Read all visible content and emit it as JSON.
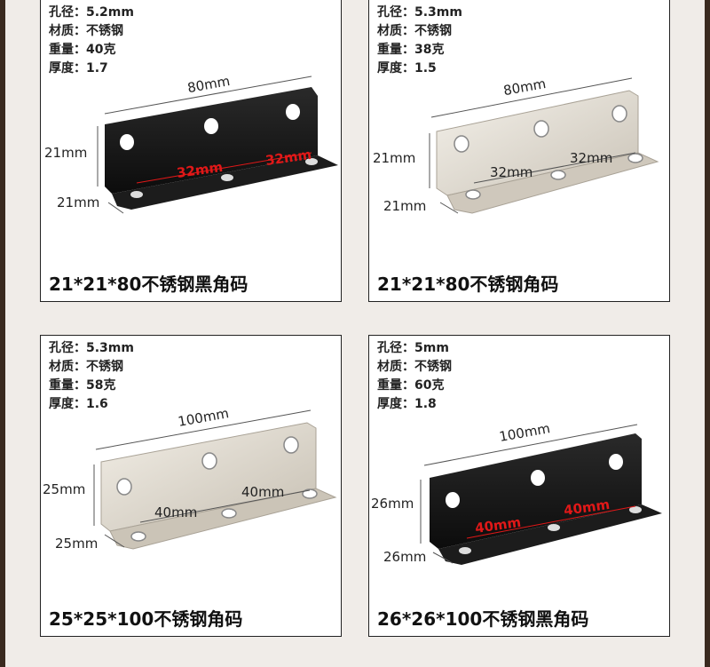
{
  "products": [
    {
      "specs": [
        {
          "label": "孔径：",
          "value": "5.2mm"
        },
        {
          "label": "材质：",
          "value": "不锈钢"
        },
        {
          "label": "重量：",
          "value": "40克"
        },
        {
          "label": "厚度：",
          "value": "1.7"
        }
      ],
      "dims": {
        "length": "80mm",
        "height": "21mm",
        "width": "21mm",
        "spacing_a": "32mm",
        "spacing_b": "32mm"
      },
      "finish": "black",
      "title": "21*21*80不锈钢黑角码"
    },
    {
      "specs": [
        {
          "label": "孔径：",
          "value": "5.3mm"
        },
        {
          "label": "材质：",
          "value": "不锈钢"
        },
        {
          "label": "重量：",
          "value": "38克"
        },
        {
          "label": "厚度：",
          "value": "1.5"
        }
      ],
      "dims": {
        "length": "80mm",
        "height": "21mm",
        "width": "21mm",
        "spacing_a": "32mm",
        "spacing_b": "32mm"
      },
      "finish": "silver",
      "title": "21*21*80不锈钢角码"
    },
    {
      "specs": [
        {
          "label": "孔径：",
          "value": "5.3mm"
        },
        {
          "label": "材质：",
          "value": "不锈钢"
        },
        {
          "label": "重量：",
          "value": "58克"
        },
        {
          "label": "厚度：",
          "value": "1.6"
        }
      ],
      "dims": {
        "length": "100mm",
        "height": "25mm",
        "width": "25mm",
        "spacing_a": "40mm",
        "spacing_b": "40mm"
      },
      "finish": "silver",
      "title": "25*25*100不锈钢角码"
    },
    {
      "specs": [
        {
          "label": "孔径：",
          "value": "5mm"
        },
        {
          "label": "材质：",
          "value": "不锈钢"
        },
        {
          "label": "重量：",
          "value": "60克"
        },
        {
          "label": "厚度：",
          "value": "1.8"
        }
      ],
      "dims": {
        "length": "100mm",
        "height": "26mm",
        "width": "26mm",
        "spacing_a": "40mm",
        "spacing_b": "40mm"
      },
      "finish": "black",
      "title": "26*26*100不锈钢黑角码"
    }
  ],
  "colors": {
    "black_metal": "#161616",
    "silver_metal": "#dcd6cc",
    "accent_red": "#e01818"
  }
}
